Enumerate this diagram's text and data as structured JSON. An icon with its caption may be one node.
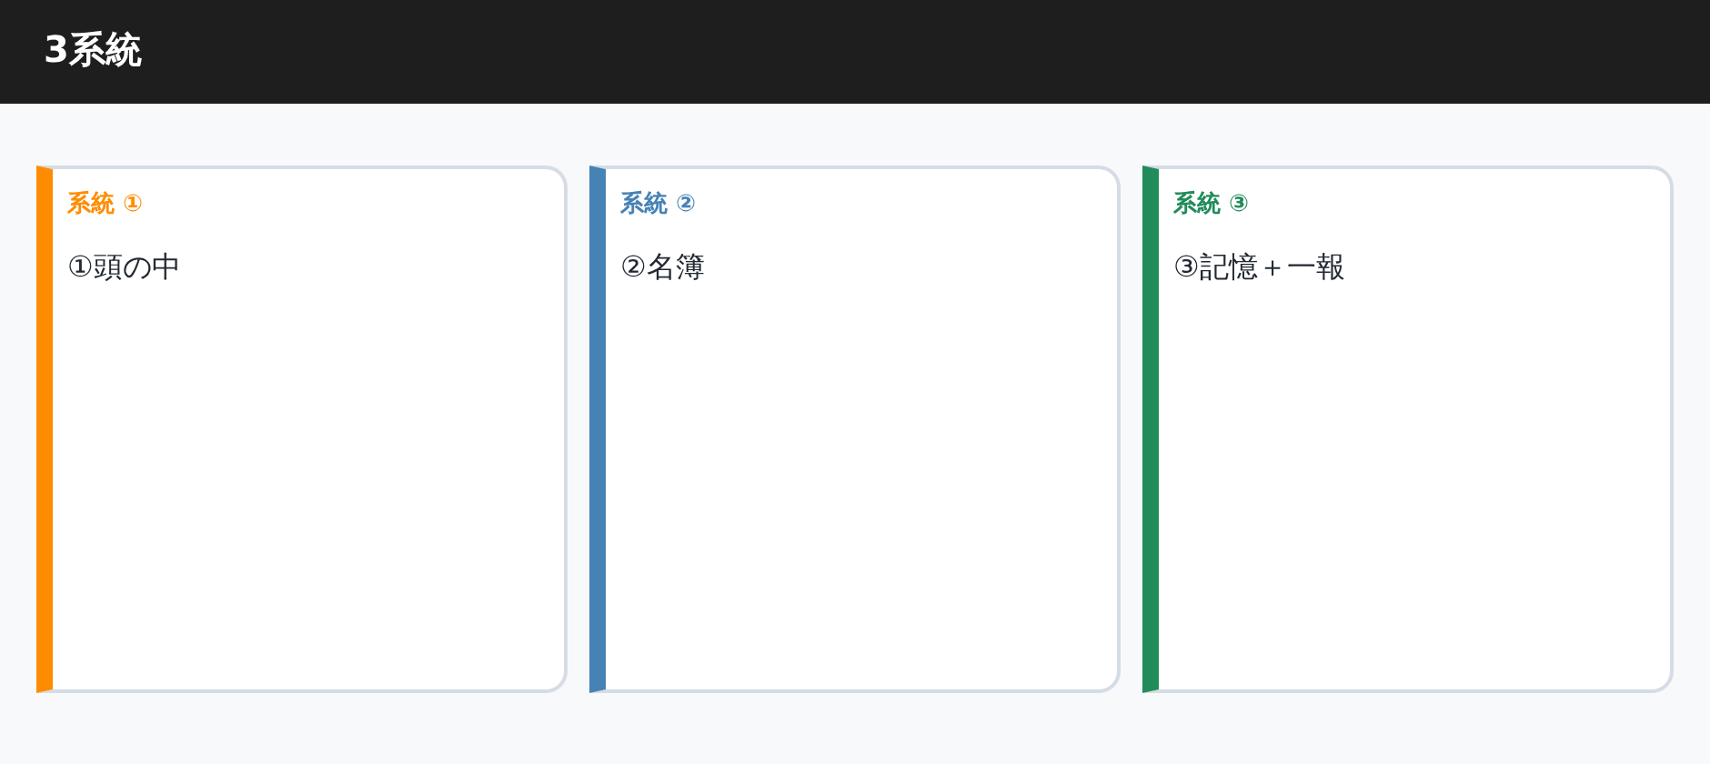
{
  "diagram": {
    "title": "3系統",
    "nodes": [
      {
        "text": [
          "系統 ①",
          "①頭の中"
        ]
      },
      {
        "text": [
          "系統 ②",
          "②名簿"
        ]
      },
      {
        "text": [
          "系統 ③",
          "③記憶＋一報"
        ]
      }
    ]
  }
}
